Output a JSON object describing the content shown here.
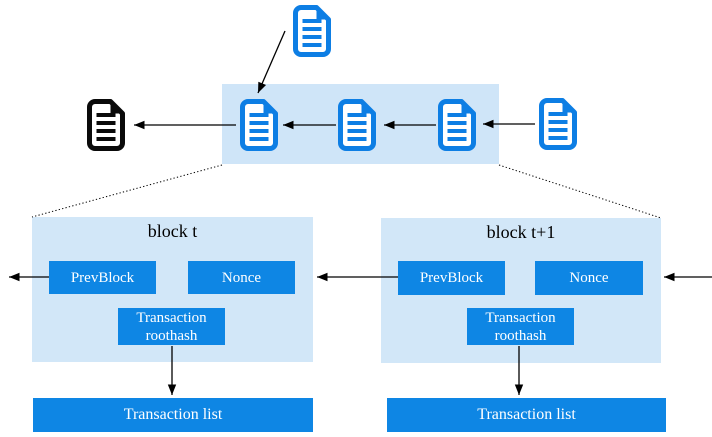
{
  "colors": {
    "doc_blue": "#0d7ee4",
    "doc_black": "#0a0a0a",
    "band_blue": "#cfe5f8",
    "panel_blue": "#d2e7f8",
    "box_blue": "#0e86e4",
    "arrow": "#000000"
  },
  "top_chain": {
    "documents": [
      {
        "name": "document-icon-previous",
        "color": "black"
      },
      {
        "name": "document-icon-chain-1",
        "color": "blue"
      },
      {
        "name": "document-icon-chain-2",
        "color": "blue"
      },
      {
        "name": "document-icon-chain-3",
        "color": "blue"
      },
      {
        "name": "document-icon-incoming-right",
        "color": "blue"
      },
      {
        "name": "document-icon-incoming-top",
        "color": "blue"
      }
    ]
  },
  "blocks": [
    {
      "title": "block t",
      "prev_block_label": "PrevBlock",
      "nonce_label": "Nonce",
      "roothash_label": "Transaction roothash",
      "transaction_list_label": "Transaction list"
    },
    {
      "title": "block t+1",
      "prev_block_label": "PrevBlock",
      "nonce_label": "Nonce",
      "roothash_label": "Transaction roothash",
      "transaction_list_label": "Transaction list"
    }
  ]
}
